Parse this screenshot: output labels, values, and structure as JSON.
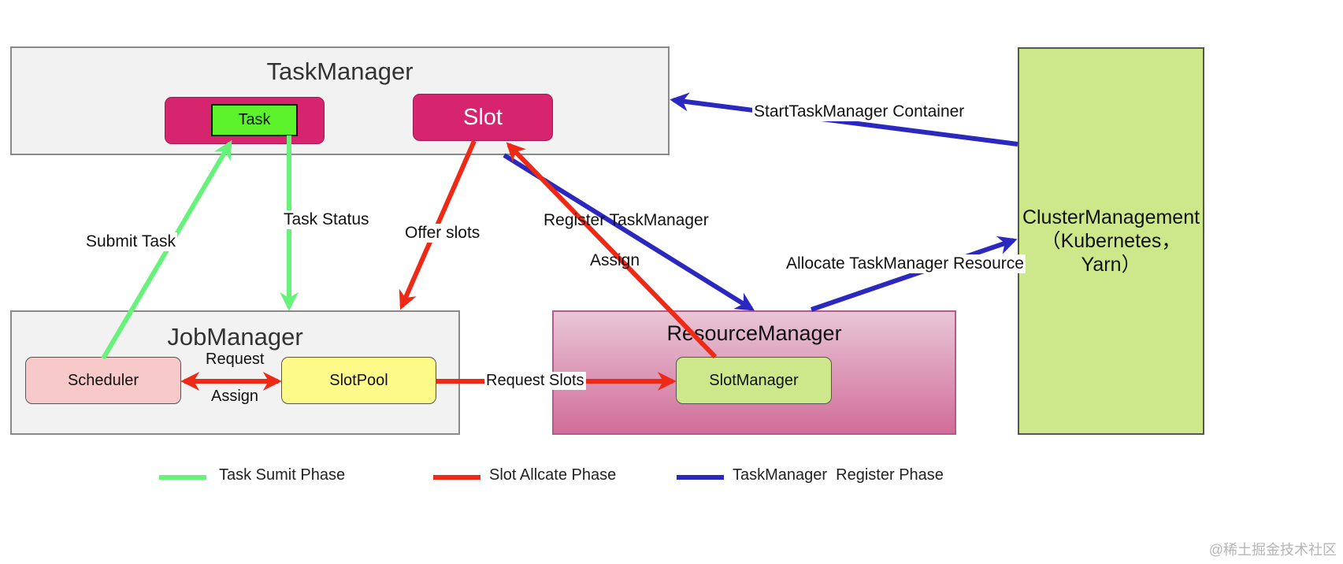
{
  "colors": {
    "task_submit": "#66f27b",
    "slot_allocate": "#ee2a16",
    "register": "#2b28bf",
    "group_bg": "#f2f2f2",
    "magenta": "#d6256e",
    "cluster_bg": "#cde88b"
  },
  "groups": {
    "taskmanager": {
      "title": "TaskManager"
    },
    "jobmanager": {
      "title": "JobManager"
    },
    "resourcemanager": {
      "title": "ResourceManager"
    },
    "cluster": {
      "title": "ClusterManagement（Kubernetes，Yarn）",
      "line1": "ClusterManagement",
      "line2": "（Kubernetes，",
      "line3": "Yarn）"
    }
  },
  "nodes": {
    "task": "Task",
    "slot": "Slot",
    "scheduler": "Scheduler",
    "slotpool": "SlotPool",
    "slotmanager": "SlotManager"
  },
  "edges": {
    "submit_task": "Submit Task",
    "task_status": "Task Status",
    "offer_slots": "Offer slots",
    "register_taskmanager": "Register TaskManager",
    "assign_slot": "Assign",
    "start_container": "StartTaskManager Container",
    "allocate_resource": "Allocate TaskManager Resource",
    "request": "Request",
    "assign": "Assign",
    "request_slots": "Request Slots"
  },
  "legend": [
    {
      "label": "Task Sumit Phase",
      "color": "#66f27b"
    },
    {
      "label": "Slot Allcate Phase",
      "color": "#ee2a16"
    },
    {
      "label": "TaskManager  Register Phase",
      "color": "#2b28bf"
    }
  ],
  "watermark": "@稀土掘金技术社区"
}
